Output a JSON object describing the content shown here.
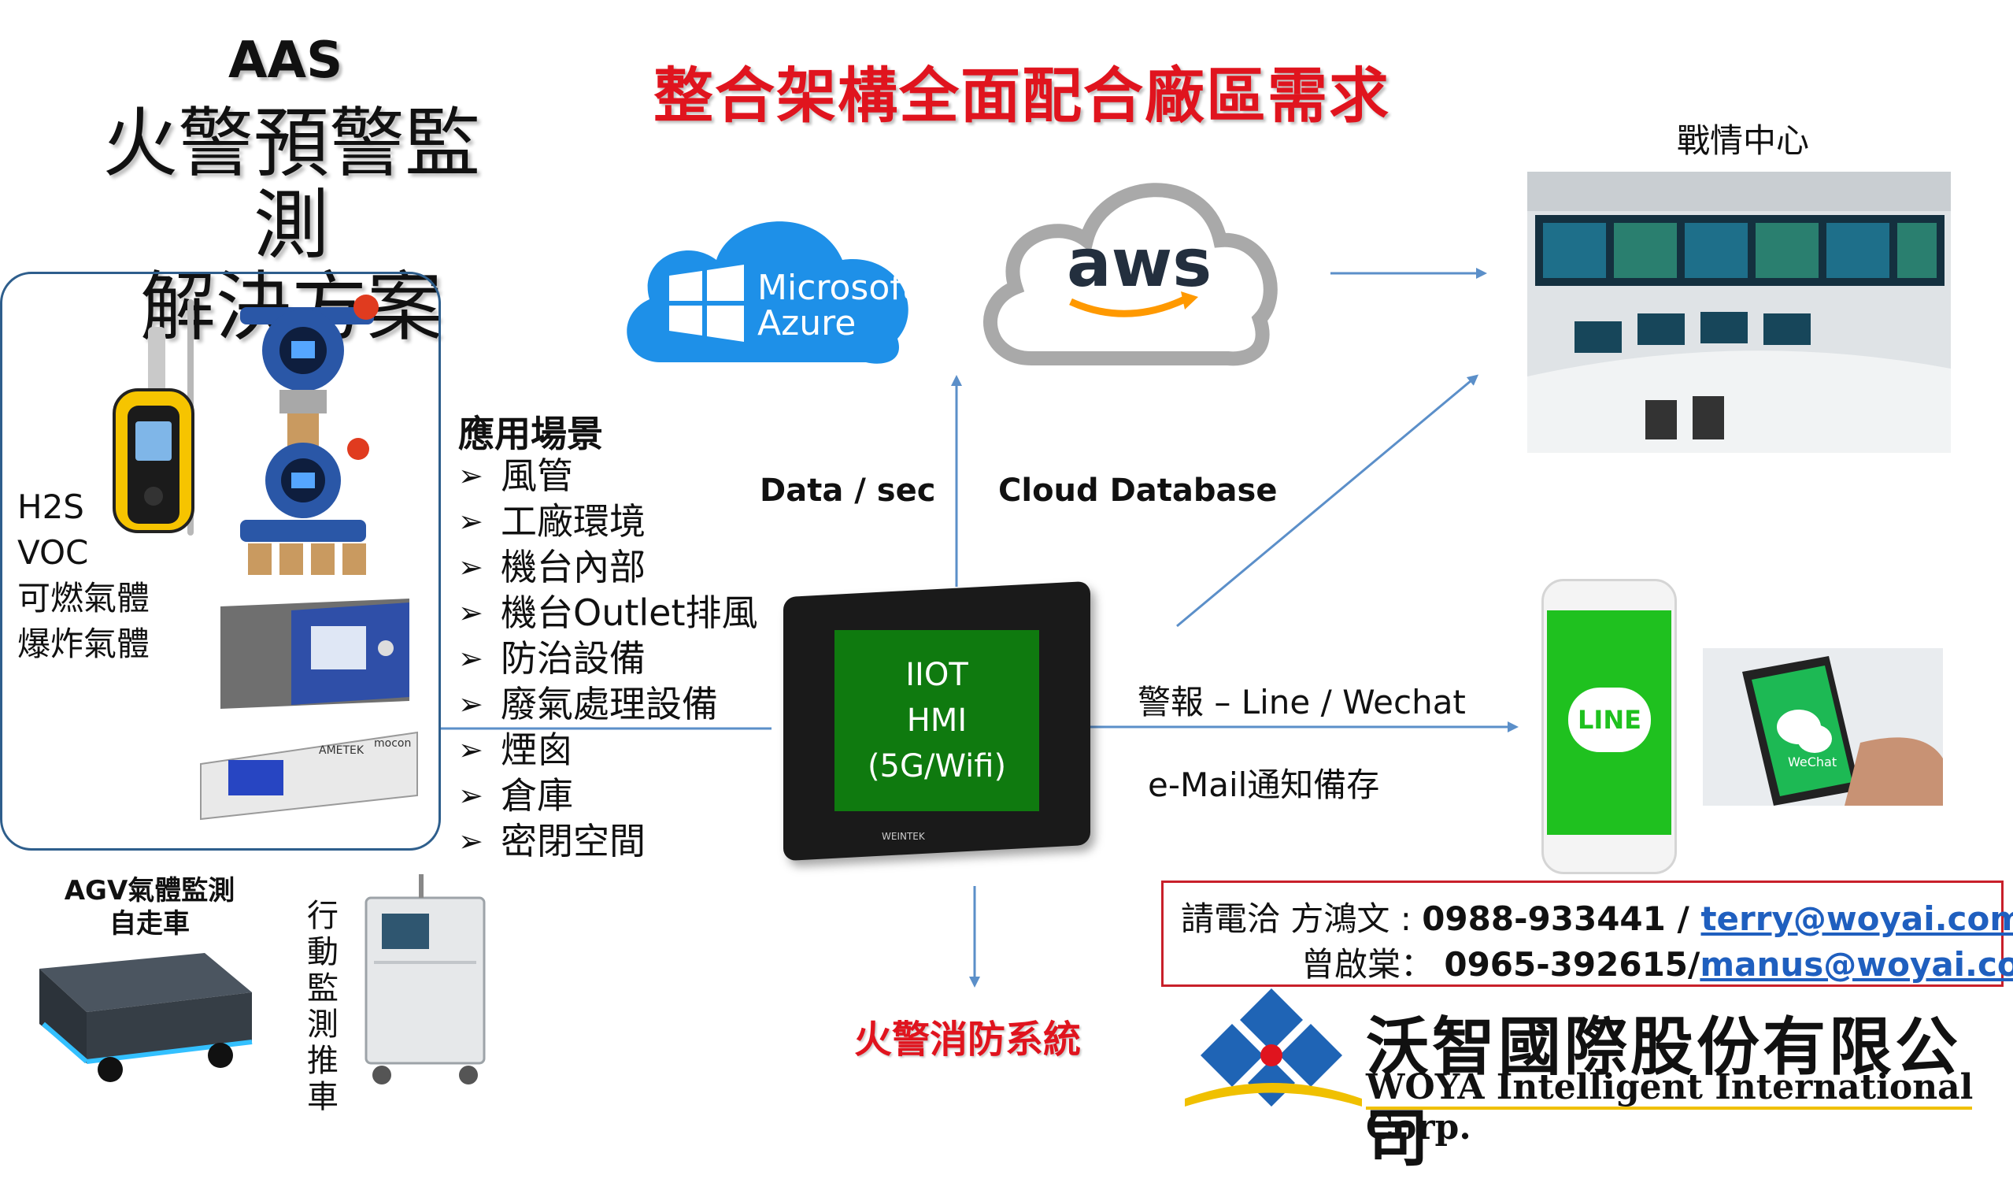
{
  "title": {
    "aas": "AAS",
    "line1": "火警預警監測",
    "line2": "解決方案"
  },
  "headline": "整合架構全面配合廠區需求",
  "gases": [
    "H2S",
    "VOC",
    "可燃氣體",
    "爆炸氣體"
  ],
  "scenarios": {
    "heading": "應用場景",
    "bullet": "➢",
    "items": [
      "風管",
      "工廠環境",
      "機台內部",
      "機台Outlet排風",
      "防治設備",
      "廢氣處理設備",
      "煙囪",
      "倉庫",
      "密閉空間"
    ]
  },
  "agv": {
    "line1": "AGV氣體監測",
    "line2": "自走車"
  },
  "mobile_cart": [
    "行",
    "動",
    "監",
    "測",
    "推",
    "車"
  ],
  "cloud": {
    "azure_1": "Microsoft",
    "azure_2": "Azure",
    "aws": "aws"
  },
  "labels": {
    "data_rate": "Data / sec",
    "cloud_db": "Cloud Database",
    "war_room": "戰情中心",
    "alarm": "警報 – Line / Wechat",
    "email": "e-Mail通知備存",
    "fire_system": "火警消防系統"
  },
  "hmi": {
    "line1": "IIOT",
    "line2": "HMI",
    "line3": "(5G/Wifi)",
    "brand": "WEINTEK"
  },
  "apps": {
    "line": "LINE",
    "wechat": "WeChat"
  },
  "contact": {
    "prefix": "請電洽 方鴻文 : ",
    "phone1": "0988-933441",
    "sep1": " / ",
    "email1": "terry@woyai.com",
    "name2": "曾啟棠： ",
    "phone2": "0965-392615",
    "sep2": "/",
    "email2": "manus@woyai.com"
  },
  "company": {
    "cn": "沃智國際股份有限公司",
    "en": "WOYA Intelligent International Corp."
  },
  "device_labels": {
    "ametek": "AMETEK",
    "mocon": "mocon"
  },
  "colors": {
    "headline": "#e0141e",
    "arrow": "#5b8fc9",
    "box_border": "#2e5e8c",
    "contact_border": "#c8202a",
    "azure": "#1e90e8",
    "line_green": "#1fc11f",
    "hmi_green": "#0f7a0f"
  }
}
